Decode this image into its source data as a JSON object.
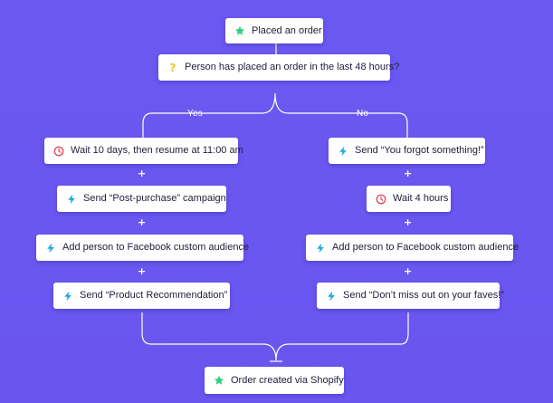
{
  "theme": {
    "background": "#6a57f0",
    "node_background": "#ffffff",
    "text": "#1f1d3a",
    "star_icon": "#2fcf7c",
    "question_icon": "#f2c522",
    "bolt_icon": "#18a8e0",
    "clock_icon": "#e0475b",
    "connector": "#ffffff"
  },
  "diagram": {
    "trigger": {
      "label": "Placed an order",
      "icon": "star-icon"
    },
    "condition": {
      "label": "Person has placed an order in the last 48 hours?",
      "icon": "question-icon"
    },
    "yes_branch": {
      "label": "Yes",
      "steps": [
        {
          "label": "Wait 10 days, then resume at 11:00 am",
          "icon": "clock-icon"
        },
        {
          "label": "Send “Post-purchase” campaign",
          "icon": "bolt-icon"
        },
        {
          "label": "Add person to Facebook custom audience",
          "icon": "bolt-icon"
        },
        {
          "label": "Send “Product Recommendation”",
          "icon": "bolt-icon"
        }
      ]
    },
    "no_branch": {
      "label": "No",
      "steps": [
        {
          "label": "Send “You forgot something!”",
          "icon": "bolt-icon"
        },
        {
          "label": "Wait 4 hours",
          "icon": "clock-icon"
        },
        {
          "label": "Add person to Facebook custom audience",
          "icon": "bolt-icon"
        },
        {
          "label": "Send “Don’t miss out on your faves!”",
          "icon": "bolt-icon"
        }
      ]
    },
    "plus_symbol": "+",
    "outcome": {
      "label": "Order created via Shopify",
      "icon": "star-icon"
    }
  }
}
